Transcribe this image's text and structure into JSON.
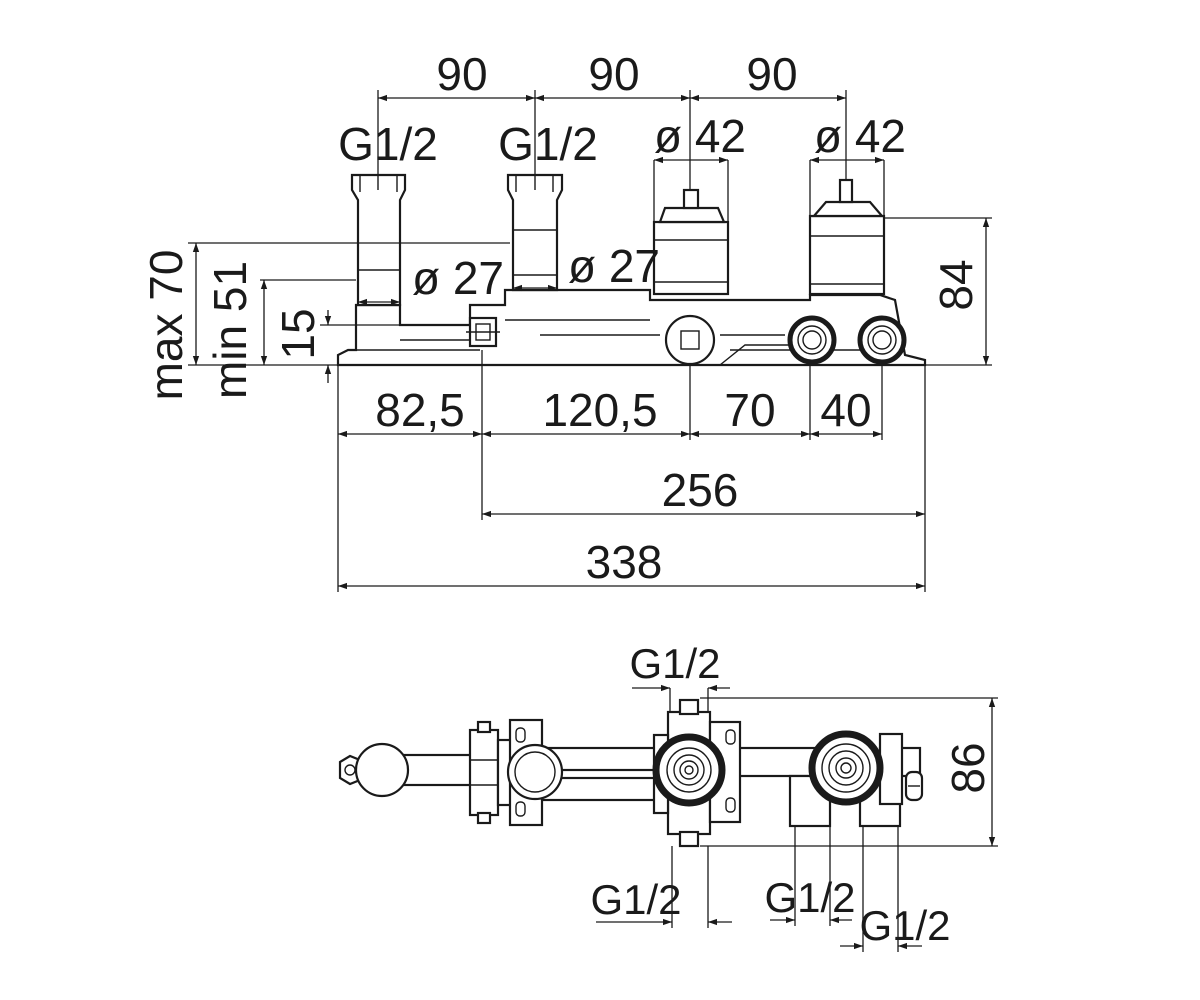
{
  "front_view": {
    "top_spacing": [
      "90",
      "90",
      "90"
    ],
    "top_threads": [
      "G1/2",
      "G1/2"
    ],
    "top_diameters": [
      "ø 42",
      "ø 42"
    ],
    "stem_diameters": [
      "ø 27",
      "ø 27"
    ],
    "left_vertical": [
      "max 70",
      "min 51",
      "15"
    ],
    "right_vertical": "84",
    "bottom_segments": [
      "82,5",
      "120,5",
      "70",
      "40"
    ],
    "overall_256": "256",
    "overall_338": "338"
  },
  "plan_view": {
    "top_thread": "G1/2",
    "right_vertical": "86",
    "bottom_threads": [
      "G1/2",
      "G1/2",
      "G1/2"
    ]
  }
}
